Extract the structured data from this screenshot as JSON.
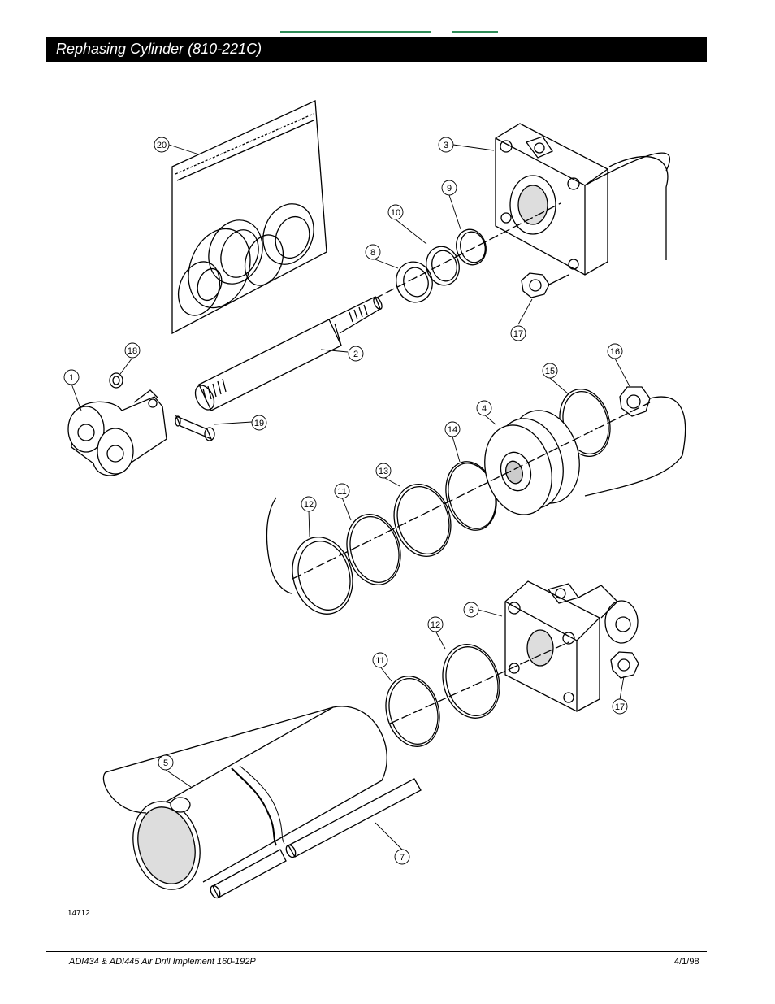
{
  "header": {
    "title": "Rephasing Cylinder (810-221C)",
    "link_color": "#2e8b57"
  },
  "figure": {
    "id": "14712",
    "callouts": [
      "1",
      "2",
      "3",
      "4",
      "5",
      "6",
      "7",
      "8",
      "9",
      "10",
      "11",
      "11",
      "12",
      "12",
      "13",
      "14",
      "15",
      "16",
      "17",
      "17",
      "18",
      "19",
      "20"
    ]
  },
  "footer": {
    "document": "ADI434 & ADI445 Air Drill Implement   160-192P",
    "date": "4/1/98"
  }
}
